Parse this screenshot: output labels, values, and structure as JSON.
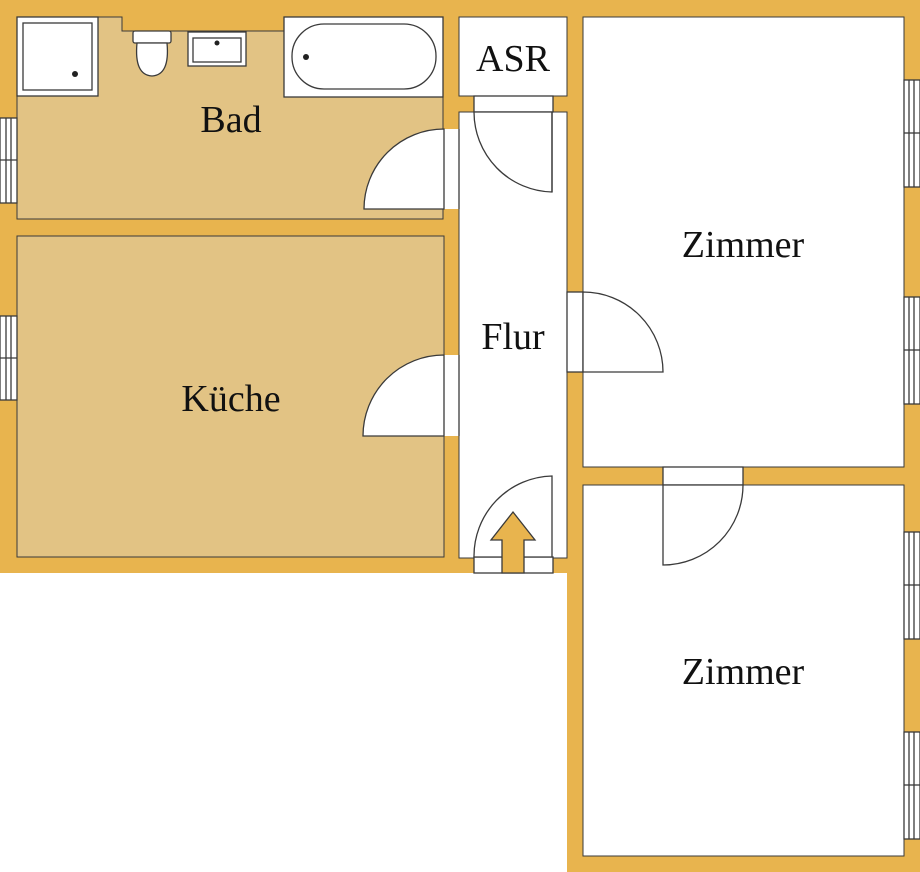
{
  "colors": {
    "wall": "#e8b44e",
    "wet_room_floor": "#e2c384",
    "dry_room_floor": "#ffffff",
    "line": "#3a3a3a",
    "label": "#111111"
  },
  "rooms": {
    "bad": {
      "label": "Bad"
    },
    "kueche": {
      "label": "Küche"
    },
    "asr": {
      "label": "ASR"
    },
    "flur": {
      "label": "Flur"
    },
    "zimmer_1": {
      "label": "Zimmer"
    },
    "zimmer_2": {
      "label": "Zimmer"
    }
  },
  "symbols": {
    "entrance": "entrance-arrow-icon",
    "shower": "shower-tray-icon",
    "toilet": "toilet-icon",
    "sink": "sink-icon",
    "bathtub": "bathtub-icon",
    "window": "window-icon",
    "door": "door-swing-icon"
  }
}
